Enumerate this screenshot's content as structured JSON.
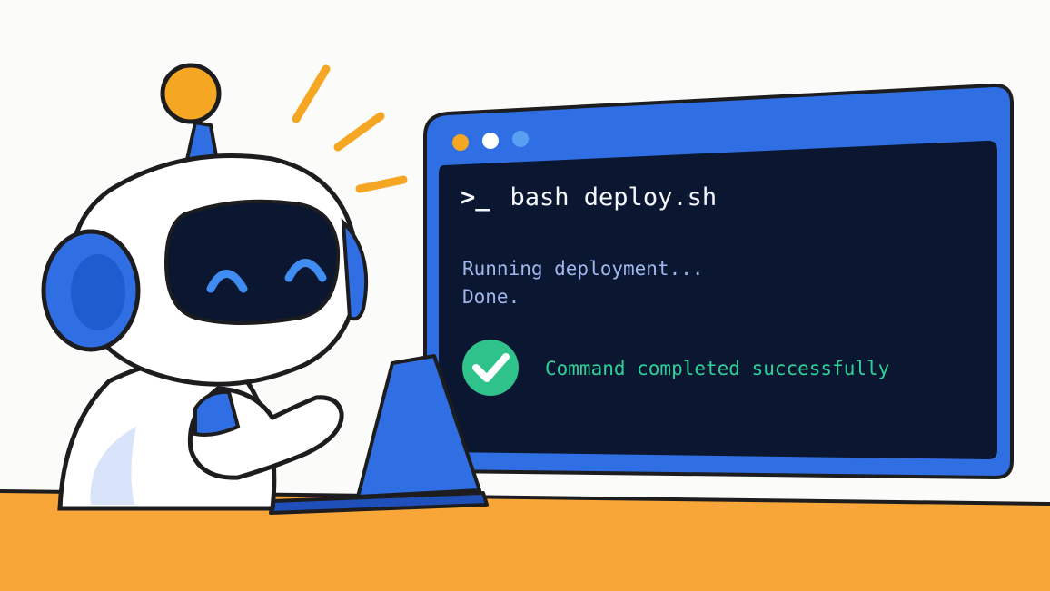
{
  "terminal": {
    "prompt_symbol": ">_",
    "command": "bash deploy.sh",
    "output_lines": [
      "Running deployment...",
      "Done."
    ],
    "status_message": "Command completed successfully",
    "window_controls": [
      "window-dot-orange",
      "window-dot-white",
      "window-dot-blue"
    ]
  },
  "icons": [
    "robot-mascot",
    "antenna-icon",
    "headphones-icon",
    "laptop-icon",
    "sparkle-lines-icon",
    "check-circle-icon"
  ],
  "colors": {
    "background": "#fbfbfa",
    "desk": "#f7a637",
    "monitor_frame": "#2f6fe3",
    "terminal_bg": "#0b1730",
    "robot_accent": "#2f6fe3",
    "antenna_ball": "#f5a623",
    "success": "#2fc38b"
  }
}
